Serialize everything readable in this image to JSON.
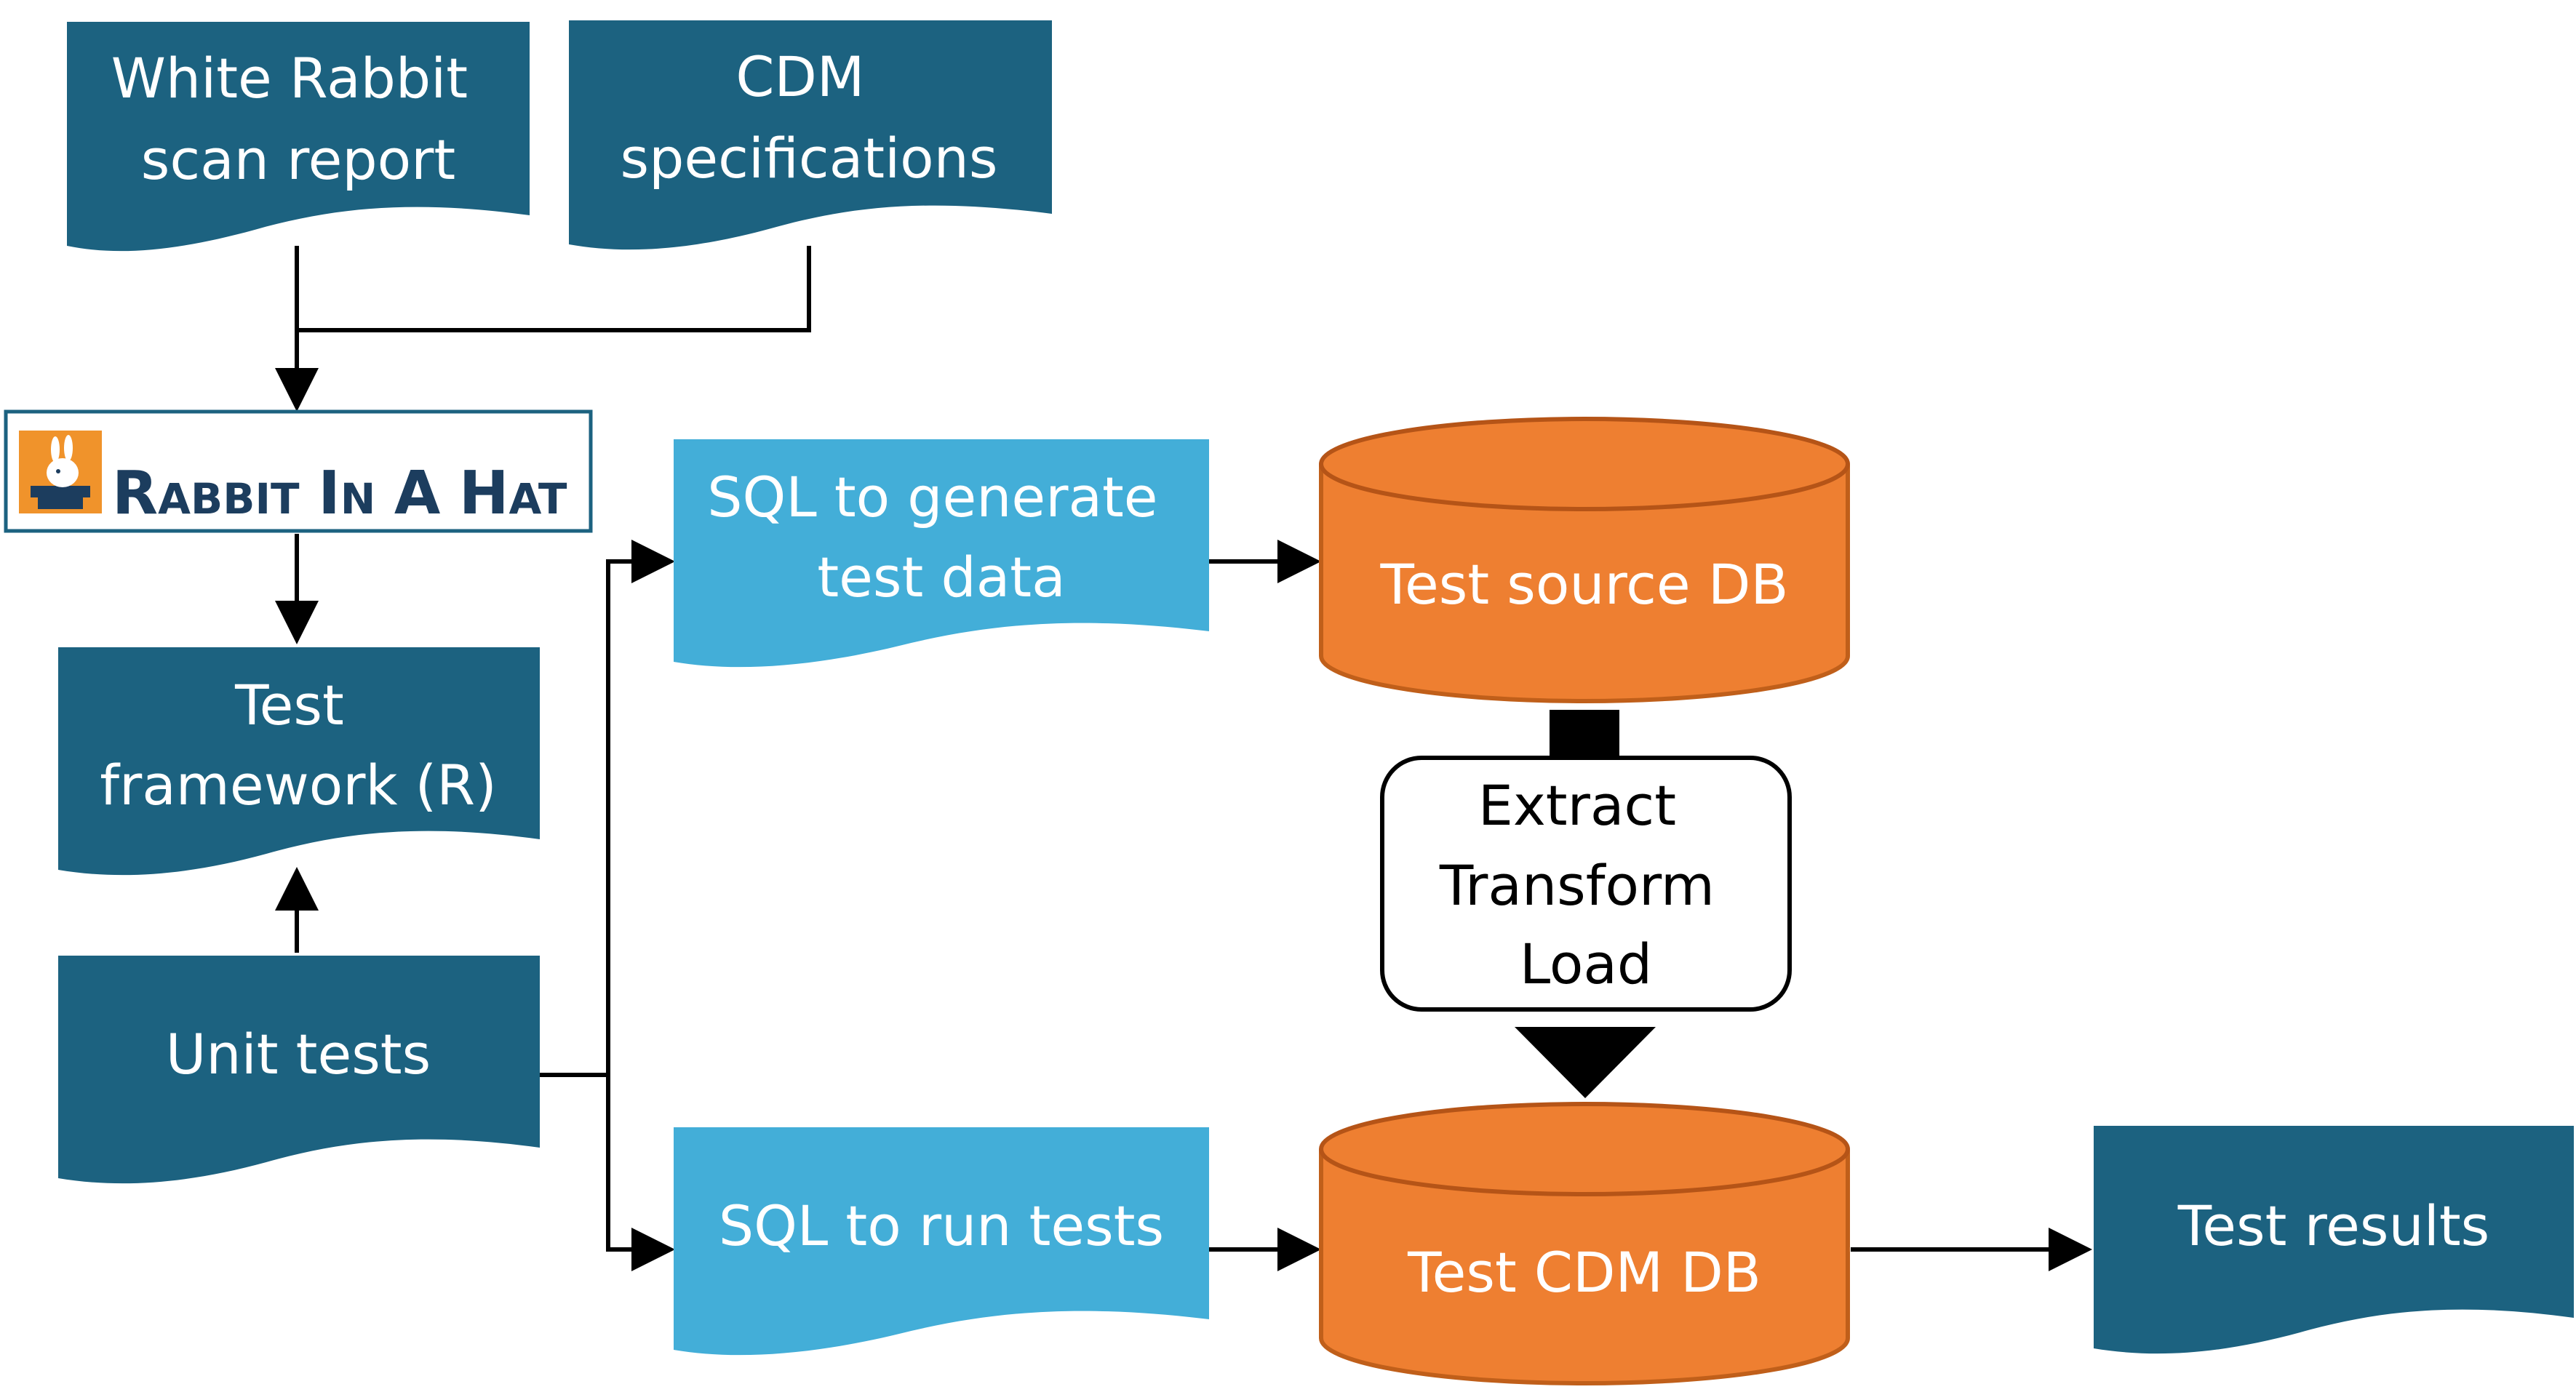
{
  "nodes": {
    "white_rabbit": {
      "lines": [
        "White Rabbit",
        "scan report"
      ],
      "color": "#1c6280"
    },
    "cdm_specs": {
      "lines": [
        "CDM",
        "specifications"
      ],
      "color": "#1c6280"
    },
    "rabbit_in_a_hat": {
      "logo_text": "Rabbit In A Hat",
      "logo_words": [
        {
          "big": "R",
          "small": "ABBIT"
        },
        {
          "big": "I",
          "small": "N"
        },
        {
          "big": "A",
          "small": ""
        },
        {
          "big": "H",
          "small": "AT"
        }
      ],
      "border_color": "#1c6280",
      "icon": "rabbit-in-hat-icon"
    },
    "test_framework": {
      "lines": [
        "Test",
        "framework (R)"
      ],
      "color": "#1c6280"
    },
    "unit_tests": {
      "lines": [
        "Unit tests"
      ],
      "color": "#1c6280"
    },
    "sql_generate": {
      "lines": [
        "SQL to generate",
        "test data"
      ],
      "color": "#43aed8"
    },
    "sql_run": {
      "lines": [
        "SQL to run tests"
      ],
      "color": "#43aed8"
    },
    "test_source_db": {
      "lines": [
        "Test source DB"
      ],
      "color": "#ee7f31"
    },
    "test_cdm_db": {
      "lines": [
        "Test CDM DB"
      ],
      "color": "#ee7f31"
    },
    "etl": {
      "lines": [
        "Extract",
        "Transform",
        "Load"
      ]
    },
    "test_results": {
      "lines": [
        "Test results"
      ],
      "color": "#1c6280"
    }
  },
  "edges": [
    {
      "from": "white_rabbit",
      "to": "rabbit_in_a_hat"
    },
    {
      "from": "cdm_specs",
      "to": "rabbit_in_a_hat"
    },
    {
      "from": "rabbit_in_a_hat",
      "to": "test_framework"
    },
    {
      "from": "unit_tests",
      "to": "test_framework"
    },
    {
      "from": "unit_tests",
      "to": "sql_generate"
    },
    {
      "from": "unit_tests",
      "to": "sql_run"
    },
    {
      "from": "sql_generate",
      "to": "test_source_db"
    },
    {
      "from": "sql_run",
      "to": "test_cdm_db"
    },
    {
      "from": "test_source_db",
      "to": "test_cdm_db",
      "via": "etl"
    },
    {
      "from": "test_cdm_db",
      "to": "test_results"
    }
  ]
}
